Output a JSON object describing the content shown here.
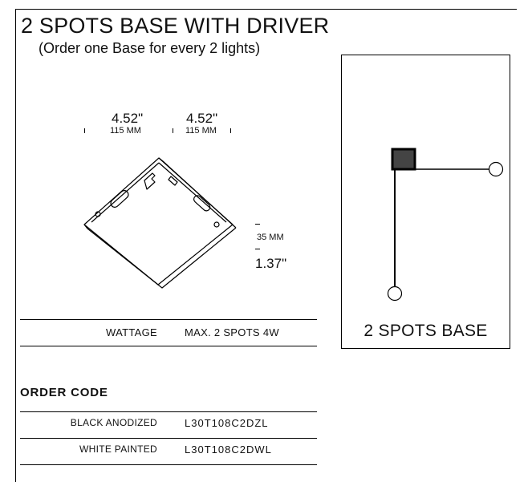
{
  "header": {
    "title": "2 SPOTS BASE WITH DRIVER",
    "subtitle": "(Order one Base for every 2 lights)"
  },
  "dimensions": {
    "width_in": "4.52\"",
    "width_mm": "115 MM",
    "depth_in": "4.52\"",
    "depth_mm": "115 MM",
    "height_mm": "35 MM",
    "height_in": "1.37\""
  },
  "specs": {
    "wattage_label": "WATTAGE",
    "wattage_value": "MAX. 2 SPOTS 4W"
  },
  "order": {
    "heading": "ORDER CODE",
    "rows": [
      {
        "finish": "BLACK ANODIZED",
        "code": "L30T108C2DZL"
      },
      {
        "finish": "WHITE PAINTED",
        "code": "L30T108C2DWL"
      }
    ]
  },
  "diagram": {
    "label": "2 SPOTS BASE"
  }
}
